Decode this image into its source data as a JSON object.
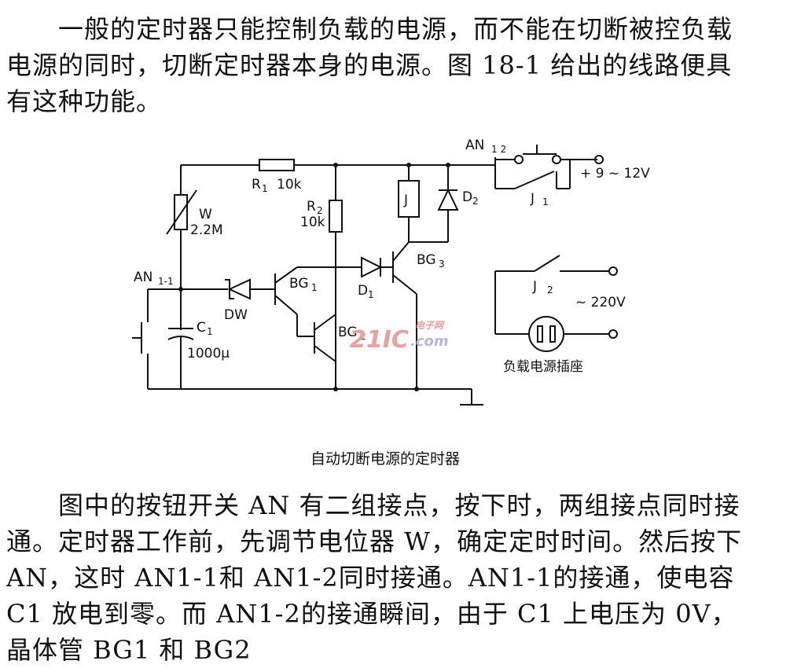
{
  "text": {
    "para1": "一般的定时器只能控制负载的电源，而不能在切断被控负载电源的同时，切断定时器本身的电源。图 18-1 给出的线路便具有这种功能。",
    "para2": "图中的按钮开关 AN 有二组接点，按下时，两组接点同时接通。定时器工作前，先调节电位器 W，确定定时时间。然后按下 AN，这时 AN1-1和 AN1-2同时接通。AN1-1的接通，使电容 C1 放电到零。而 AN1-2的接通瞬间，由于 C1 上电压为 0V，晶体管 BG1 和 BG2"
  },
  "figure": {
    "caption": "自动切断电源的定时器",
    "labels": {
      "an12": "AN",
      "an12_sub": "1 2",
      "supply": "+ 9 ~ 12V",
      "r1": "R",
      "r1_sub": "1",
      "r1_val": "10k",
      "r2": "R",
      "r2_sub": "2",
      "r2_val": "10k",
      "w": "W",
      "w_val": "2.2M",
      "j": "J",
      "d2": "D",
      "d2_sub": "2",
      "j1": "J",
      "j1_sub": "1",
      "an11": "AN",
      "an11_sub": "1-1",
      "dw": "DW",
      "bg1": "BG",
      "bg1_sub": "1",
      "d1": "D",
      "d1_sub": "1",
      "bg3": "BG",
      "bg3_sub": "3",
      "c1": "C",
      "c1_sub": "1",
      "c1_val": "1000μ",
      "bg2": "BG",
      "bg2_sub": "2",
      "j2": "J",
      "j2_sub": "2",
      "ac": "~ 220V",
      "socket": "负载电源插座"
    },
    "watermark": {
      "main": "21IC",
      "top": "电子网",
      "sub": ".com"
    }
  }
}
